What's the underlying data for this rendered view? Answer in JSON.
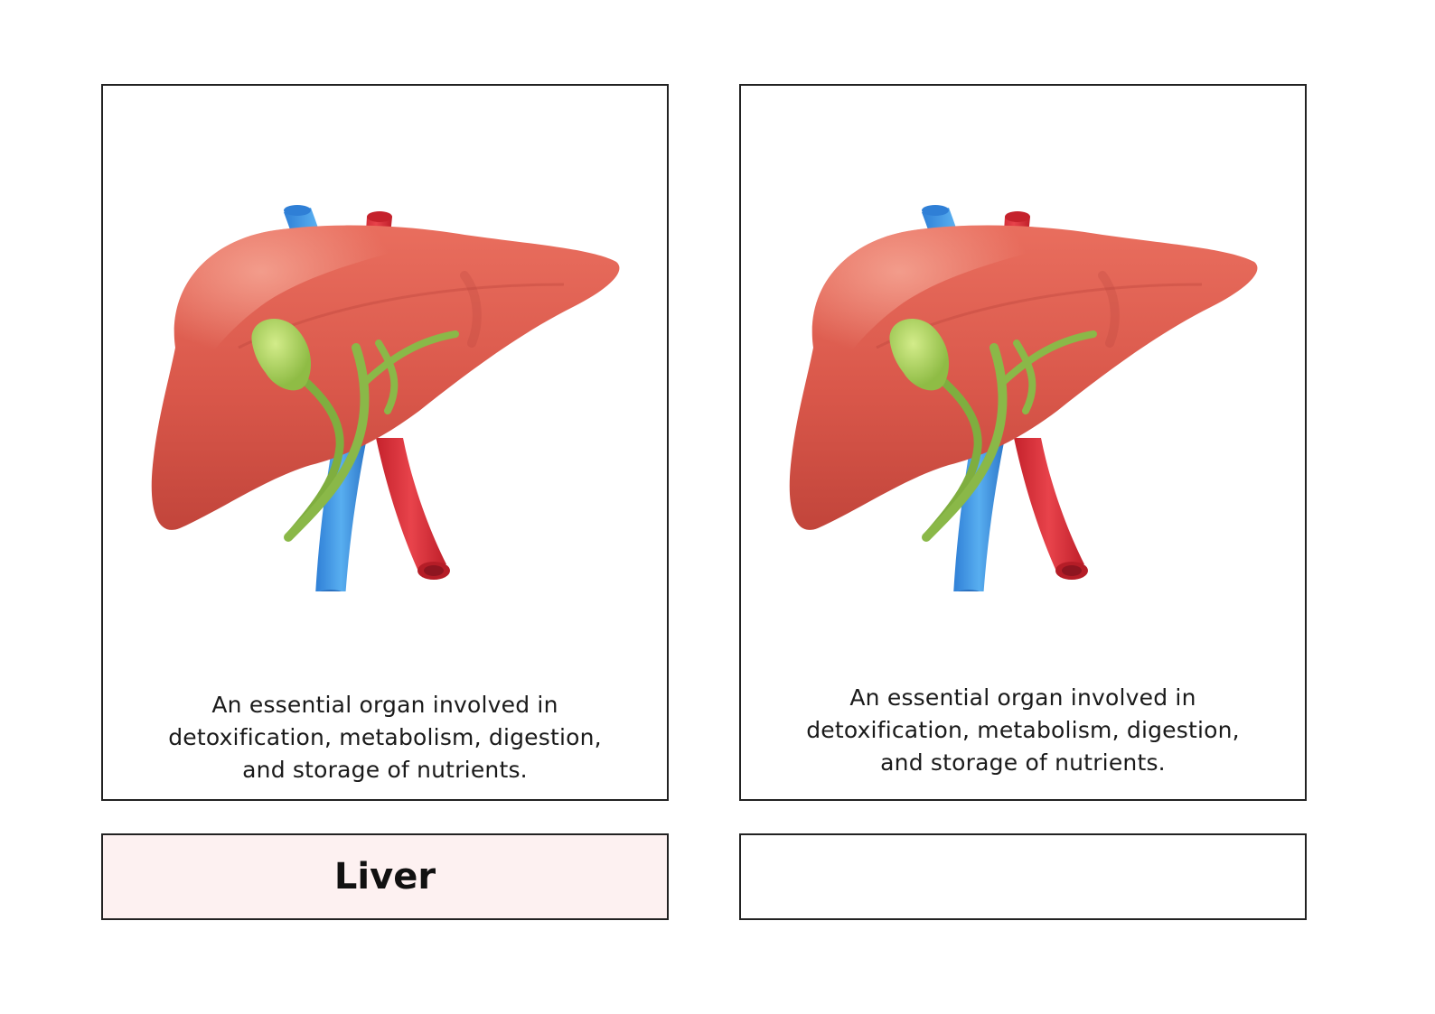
{
  "cards": [
    {
      "description_lines": [
        "An essential organ involved in",
        "detoxification, metabolism, digestion,",
        "and storage of nutrients."
      ],
      "label": "Liver",
      "image_icon": "liver-illustration"
    },
    {
      "description_lines": [
        "An essential organ involved in",
        "detoxification, metabolism, digestion,",
        "and storage of nutrients."
      ],
      "label": "",
      "image_icon": "liver-illustration"
    }
  ],
  "colors": {
    "liver": "#d9574a",
    "liver_highlight": "#ee8b7b",
    "vein_blue": "#3a8fe0",
    "artery_red": "#d7303a",
    "gallbladder_green": "#9dc850",
    "label_bg": "#fdf1f1",
    "border": "#222222"
  }
}
